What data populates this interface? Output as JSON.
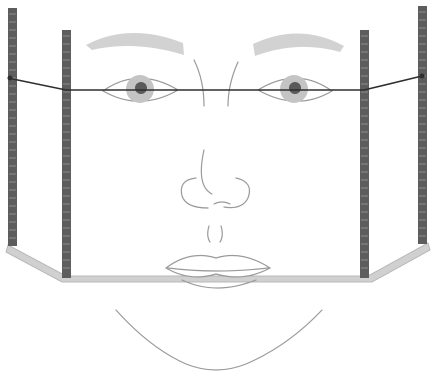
{
  "colors": {
    "background": "#ffffff",
    "face_line": "#9a9a9a",
    "eyebrow_fill": "#d2d2d2",
    "iris_fill": "#c4c4c4",
    "pupil_fill": "#5a5a5a",
    "lip_fill": "#ffffff",
    "lip_stroke": "#9a9a9a",
    "base_rail_fill": "#d0d0d0",
    "base_rail_stroke": "#b8b8b8",
    "post_fill": "#5d5d5d",
    "post_tick": "#9a9a9a",
    "alignment_wire": "#2e2e2e"
  },
  "diagram": {
    "subject": "face-front-view",
    "posts": 4,
    "elements": [
      "eyebrows",
      "eyes",
      "nose",
      "lips",
      "jawline",
      "vertical-posts",
      "base-rail",
      "alignment-wire"
    ]
  }
}
